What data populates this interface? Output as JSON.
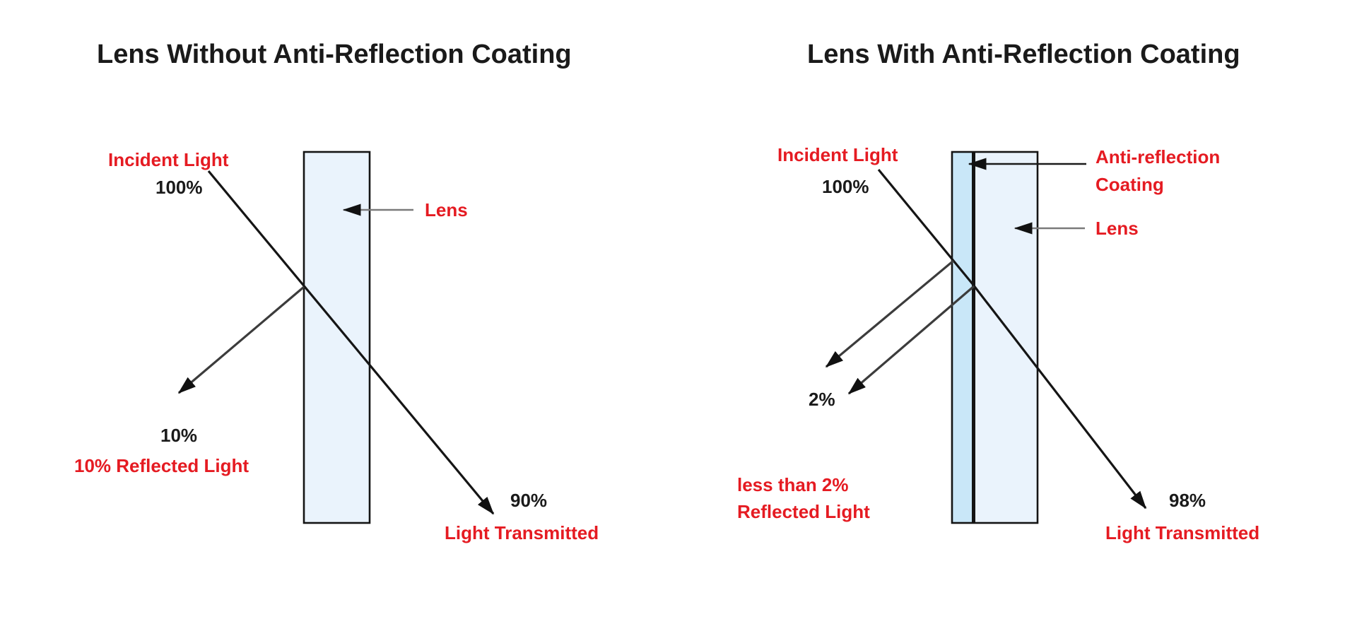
{
  "colors": {
    "red_text": "#e51b22",
    "black_text": "#1a1a1a",
    "lens_fill": "#eaf3fc",
    "coating_fill": "#c9e7f8",
    "ray_black": "#151515",
    "reflected_gray": "#3c3c3c",
    "pointer_gray": "#7a7a7a"
  },
  "left": {
    "title": "Lens Without Anti-Reflection Coating",
    "incident_label": "Incident Light",
    "incident_pct": "100%",
    "reflected_pct": "10%",
    "reflected_caption": "10% Reflected Light",
    "transmitted_pct": "90%",
    "transmitted_caption": "Light Transmitted",
    "lens_label": "Lens"
  },
  "right": {
    "title": "Lens With Anti-Reflection Coating",
    "incident_label": "Incident Light",
    "incident_pct": "100%",
    "reflected_pct": "2%",
    "reflected_caption_line1": "less than 2%",
    "reflected_caption_line2": "Reflected Light",
    "transmitted_pct": "98%",
    "transmitted_caption": "Light Transmitted",
    "lens_label": "Lens",
    "coating_label_line1": "Anti-reflection",
    "coating_label_line2": "Coating"
  }
}
